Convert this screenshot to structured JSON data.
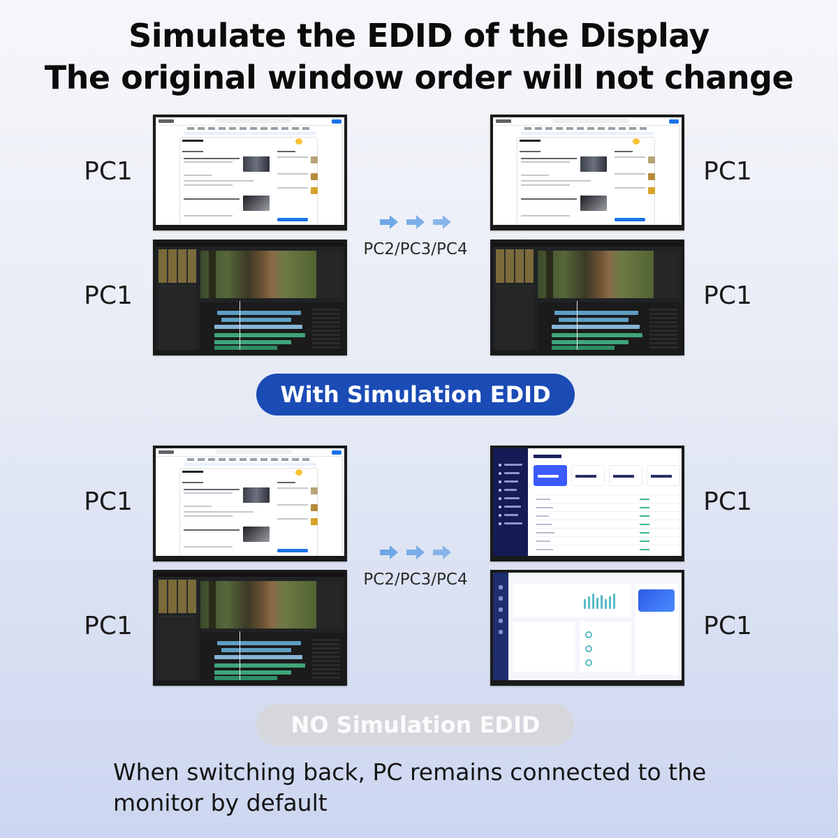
{
  "headline": {
    "line1": "Simulate the EDID of the Display",
    "line2": "The original window order will not change"
  },
  "with_section": {
    "pill_label": "With Simulation EDID",
    "switch_label": "PC2/PC3/PC4",
    "left_labels": [
      "PC1",
      "PC1"
    ],
    "right_labels": [
      "PC1",
      "PC1"
    ]
  },
  "no_section": {
    "pill_label": "NO Simulation EDID",
    "switch_label": "PC2/PC3/PC4",
    "left_labels": [
      "PC1",
      "PC1"
    ],
    "right_labels": [
      "PC1",
      "PC1"
    ]
  },
  "caption": "When switching back, PC remains connected to the monitor by default",
  "colors": {
    "pill_active": "#1b4bb5",
    "pill_inactive": "#d6d7dd",
    "arrow": "#6fa6e6"
  },
  "icons": [
    "arrow-right-icon"
  ]
}
